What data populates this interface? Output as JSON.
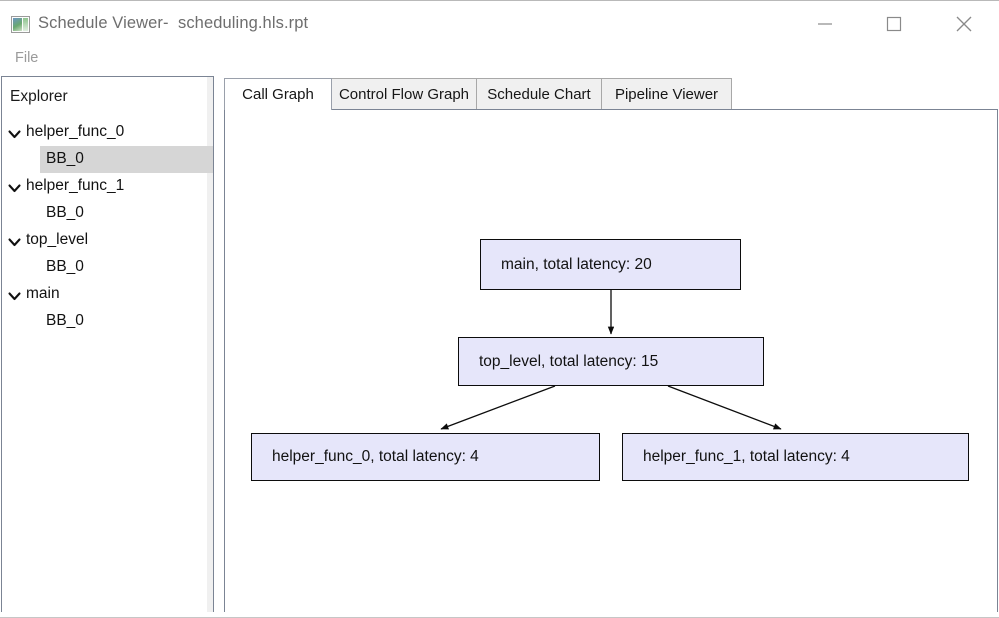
{
  "window": {
    "title": "Schedule Viewer-  scheduling.hls.rpt",
    "icon": "app-image-icon",
    "controls": {
      "minimize": "minimize-icon",
      "maximize": "maximize-icon",
      "close": "close-icon"
    }
  },
  "menubar": {
    "items": [
      {
        "label": "File"
      }
    ]
  },
  "sidebar": {
    "title": "Explorer",
    "tree": [
      {
        "label": "helper_func_0",
        "level": 0,
        "expanded": true,
        "selected": false,
        "icon": "chevron-down-icon"
      },
      {
        "label": "BB_0",
        "level": 1,
        "expanded": false,
        "selected": true,
        "icon": ""
      },
      {
        "label": "helper_func_1",
        "level": 0,
        "expanded": true,
        "selected": false,
        "icon": "chevron-down-icon"
      },
      {
        "label": "BB_0",
        "level": 1,
        "expanded": false,
        "selected": false,
        "icon": ""
      },
      {
        "label": "top_level",
        "level": 0,
        "expanded": true,
        "selected": false,
        "icon": "chevron-down-icon"
      },
      {
        "label": "BB_0",
        "level": 1,
        "expanded": false,
        "selected": false,
        "icon": ""
      },
      {
        "label": "main",
        "level": 0,
        "expanded": true,
        "selected": false,
        "icon": "chevron-down-icon"
      },
      {
        "label": "BB_0",
        "level": 1,
        "expanded": false,
        "selected": false,
        "icon": ""
      }
    ]
  },
  "tabs": {
    "active_index": 0,
    "items": [
      {
        "label": "Call Graph"
      },
      {
        "label": "Control Flow Graph"
      },
      {
        "label": "Schedule Chart"
      },
      {
        "label": "Pipeline Viewer"
      }
    ]
  },
  "call_graph": {
    "nodes": [
      {
        "id": "main",
        "label": "main, total latency: 20",
        "function": "main",
        "total_latency": 20
      },
      {
        "id": "top_level",
        "label": "top_level, total latency: 15",
        "function": "top_level",
        "total_latency": 15
      },
      {
        "id": "helper_func_0",
        "label": "helper_func_0, total latency: 4",
        "function": "helper_func_0",
        "total_latency": 4
      },
      {
        "id": "helper_func_1",
        "label": "helper_func_1, total latency: 4",
        "function": "helper_func_1",
        "total_latency": 4
      }
    ],
    "edges": [
      {
        "from": "main",
        "to": "top_level"
      },
      {
        "from": "top_level",
        "to": "helper_func_0"
      },
      {
        "from": "top_level",
        "to": "helper_func_1"
      }
    ]
  },
  "colors": {
    "node_fill": "#e6e6fa",
    "node_border": "#0c0c0c",
    "selection": "#d6d6d6",
    "panel_border": "#7b8494",
    "tab_inactive": "#f0f0f0",
    "title_text": "#6e6e6e"
  }
}
